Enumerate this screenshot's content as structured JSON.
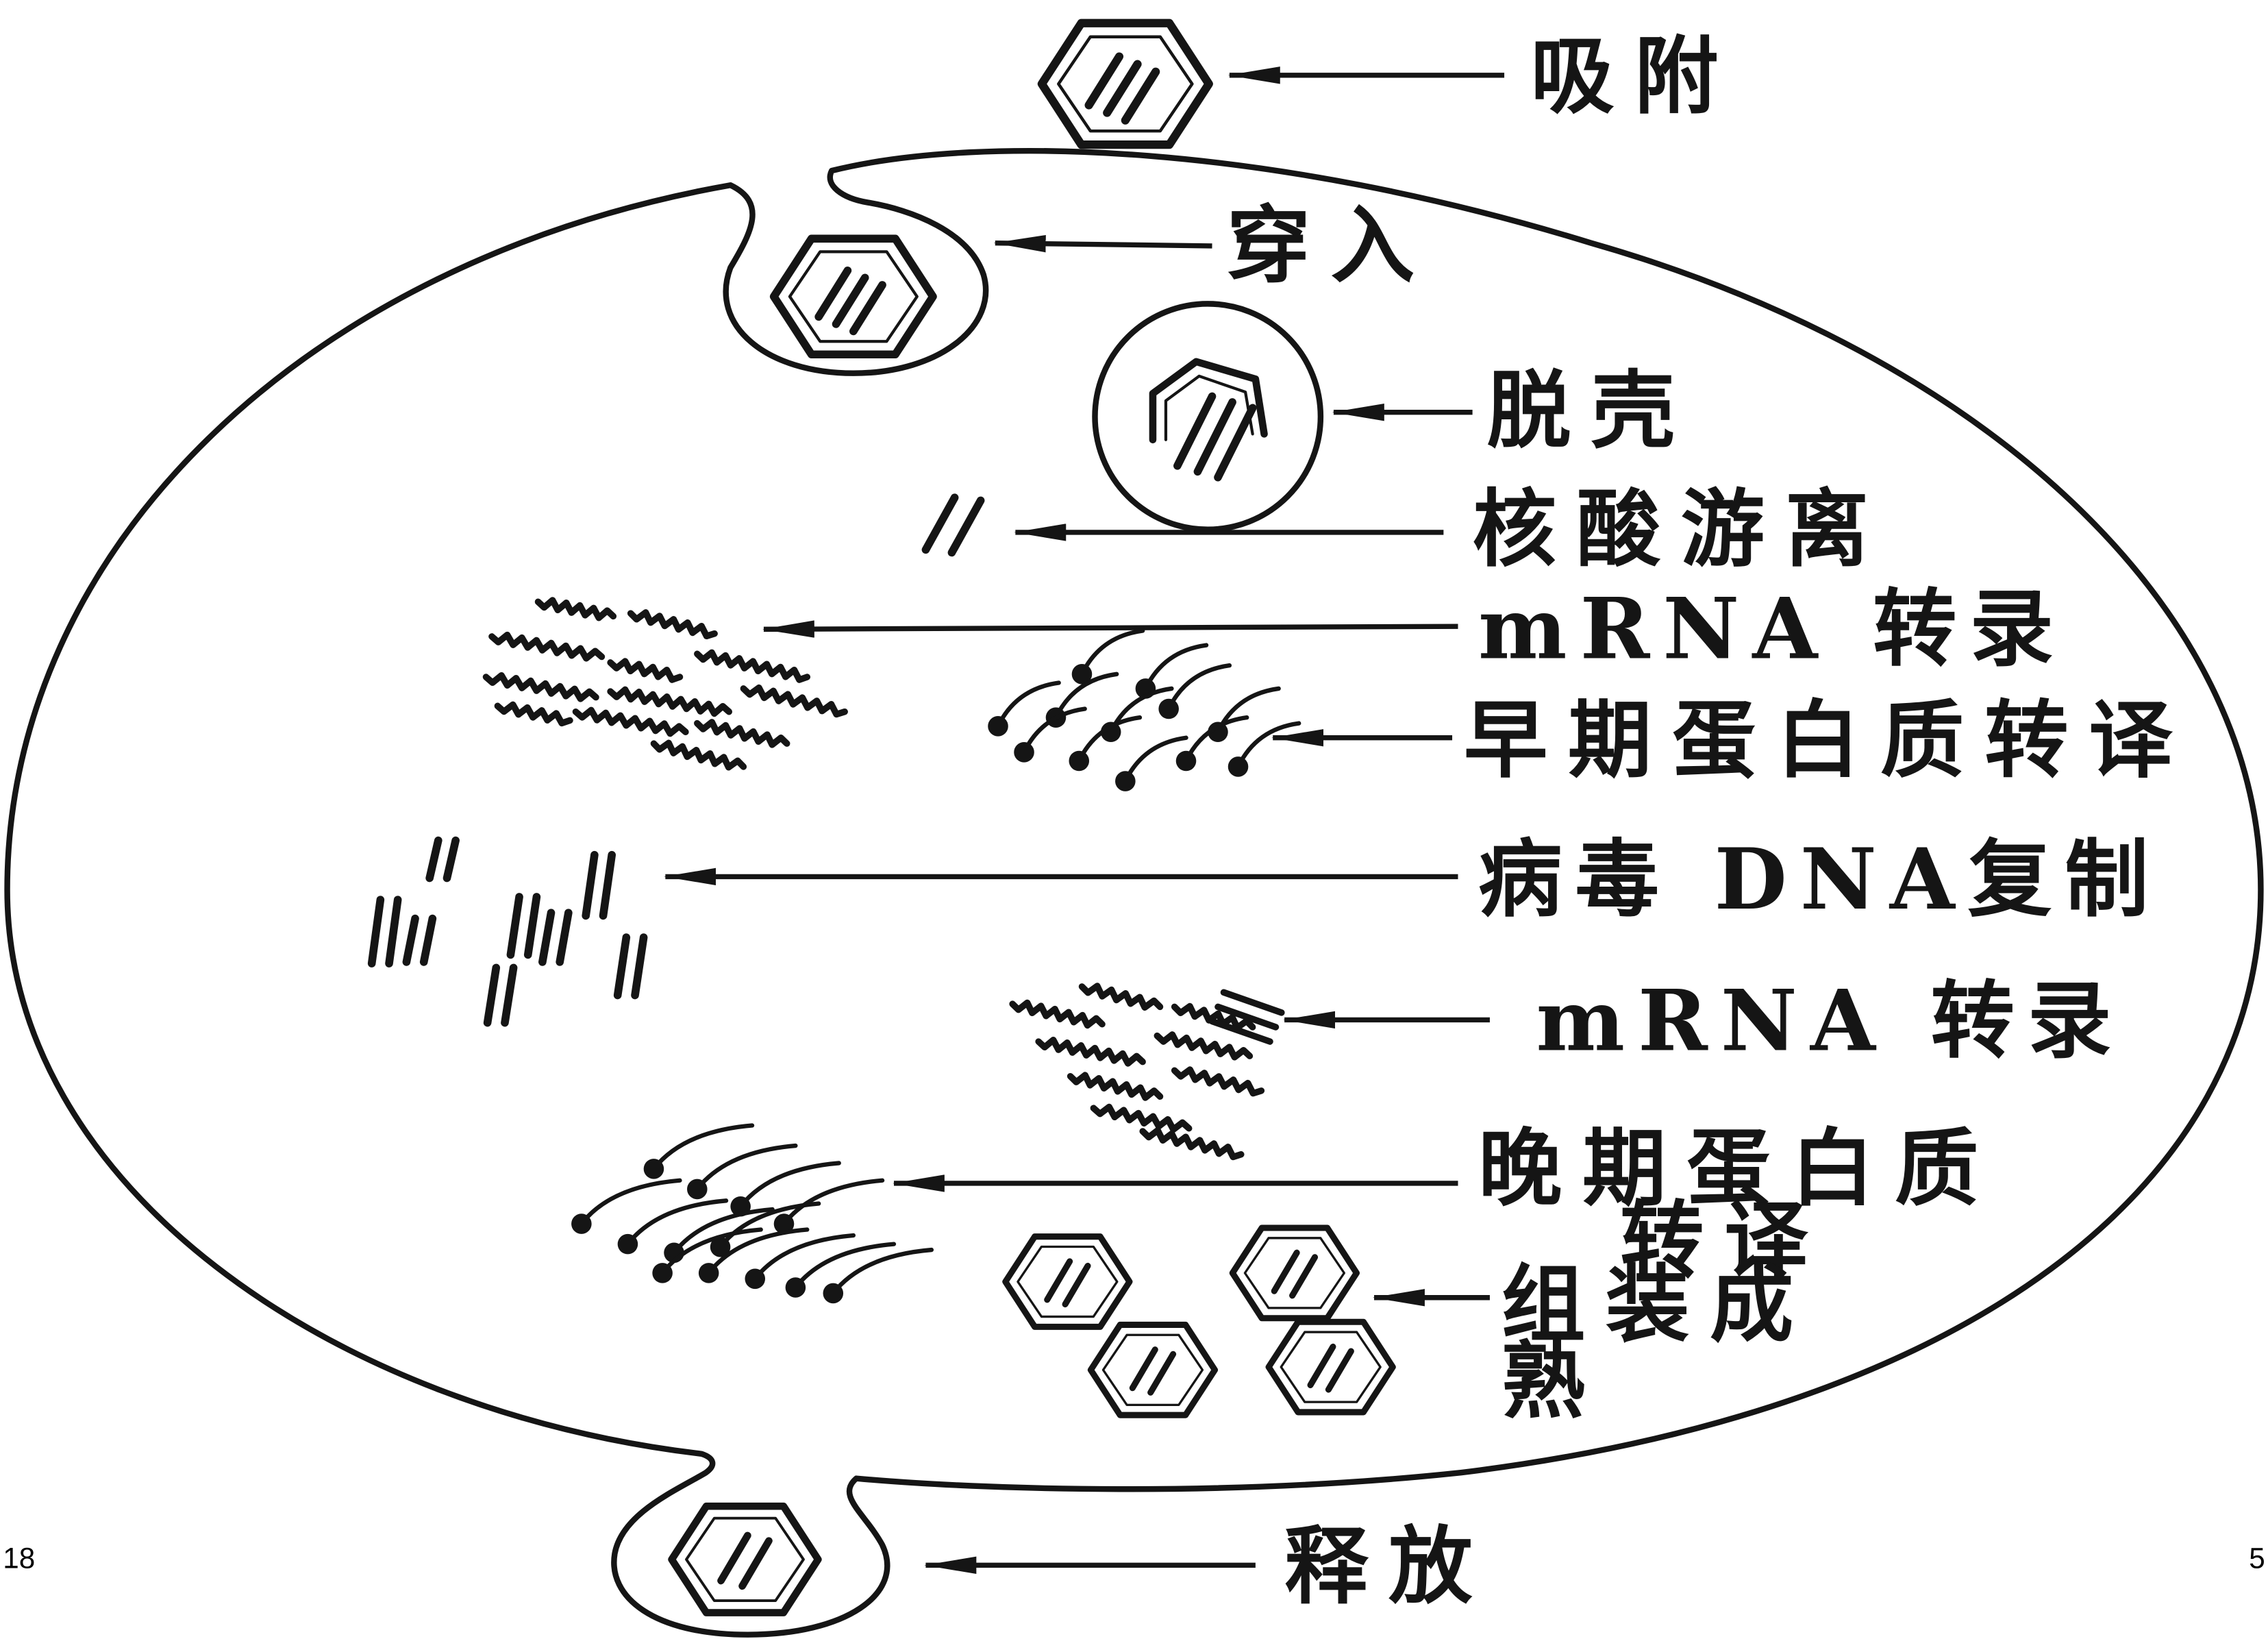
{
  "colors": {
    "ink": "#151515",
    "background": "#ffffff"
  },
  "labels": {
    "adsorption": "吸附",
    "penetration": "穿入",
    "uncoating": "脱壳",
    "nucleic_acid_release": "核酸游离",
    "early_mrna_transcription": "mRNA 转录",
    "early_protein_translation": "早期蛋白质转译",
    "viral_dna_replication": "病毒 DNA复制",
    "late_mrna_transcription": "mRNA 转录",
    "late_protein_translation": [
      "晚期蛋白质",
      "转译"
    ],
    "assembly_maturation": [
      "组装成",
      "熟"
    ],
    "release": "释放"
  },
  "page_numbers": {
    "left": "18",
    "right": "5"
  }
}
